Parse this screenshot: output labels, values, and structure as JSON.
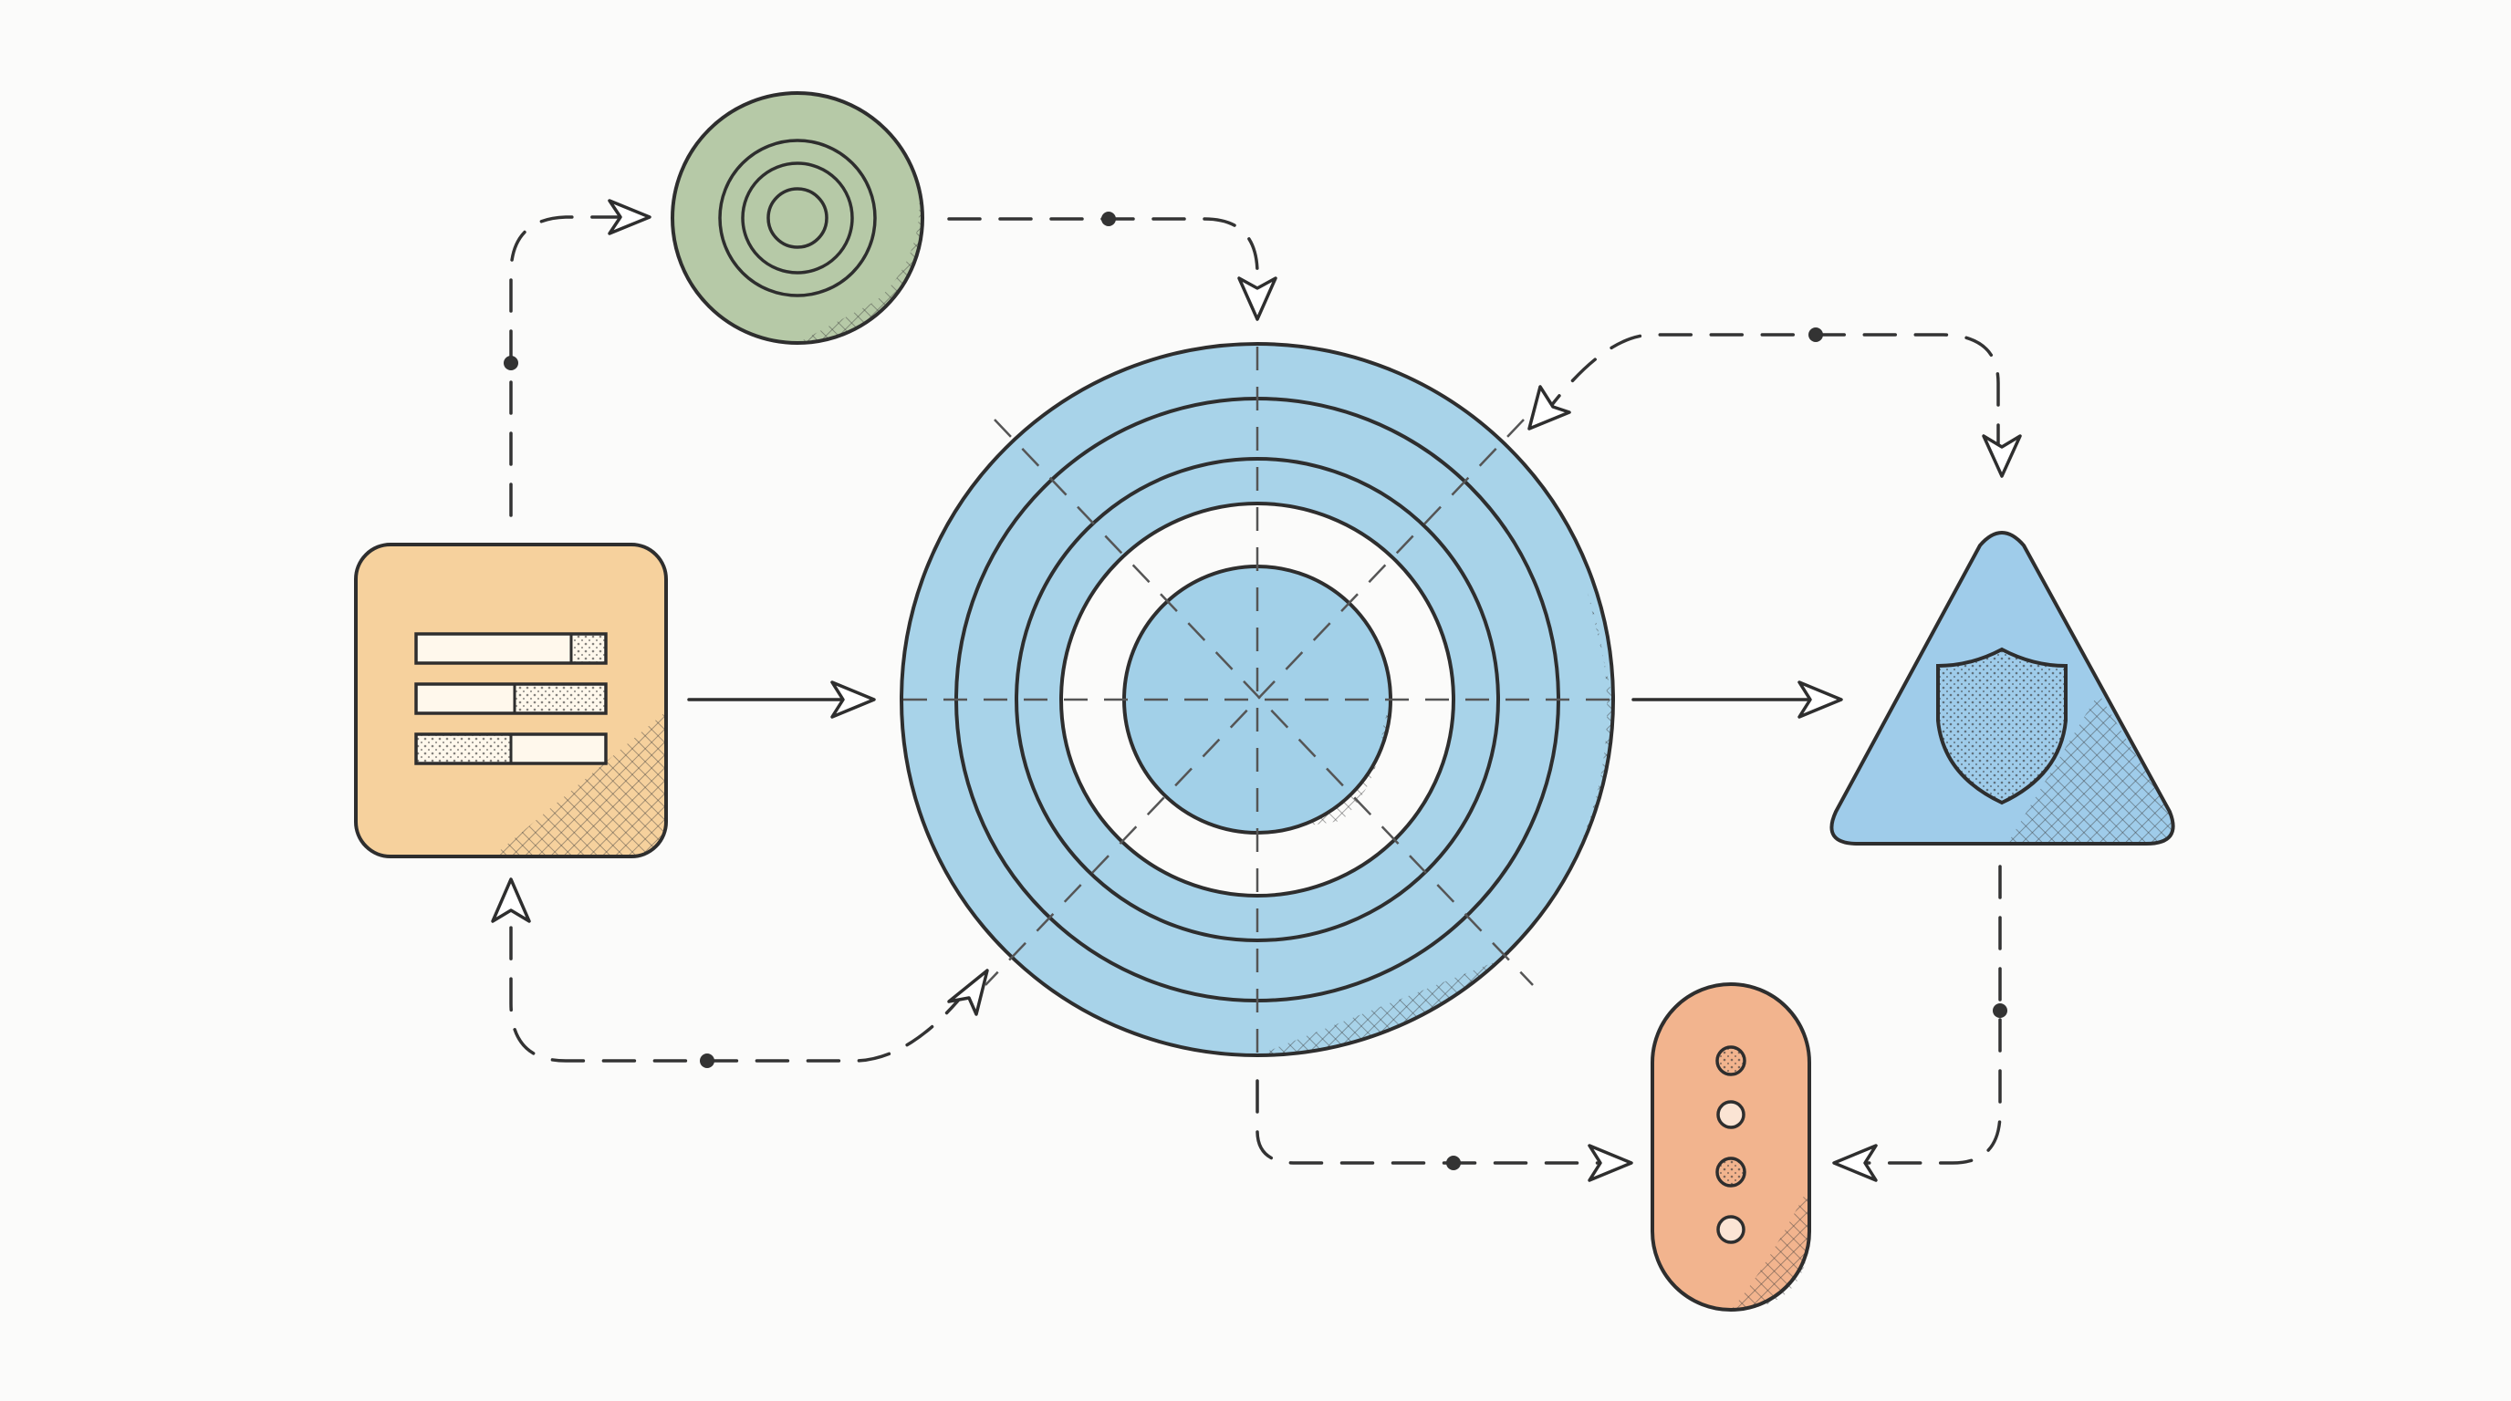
{
  "colors": {
    "background": "#fbfbfa",
    "outline": "#2e2e2e",
    "hub_blue": "#8cc6e3",
    "hub_blue_light": "#b9def0",
    "target_green": "#a9bf98",
    "panel_orange": "#f4c98c",
    "shield_blue": "#8ec3e6",
    "pill_orange": "#f0a77a"
  },
  "nodes": [
    {
      "id": "list-panel",
      "icon": "list-bars-icon",
      "color": "#f4c98c"
    },
    {
      "id": "target",
      "icon": "concentric-target-icon",
      "color": "#a9bf98"
    },
    {
      "id": "hub",
      "icon": "concentric-rings-icon",
      "color": "#8cc6e3"
    },
    {
      "id": "security",
      "icon": "shield-icon",
      "color": "#8ec3e6"
    },
    {
      "id": "status-pill",
      "icon": "dots-pill-icon",
      "color": "#f0a77a"
    }
  ]
}
